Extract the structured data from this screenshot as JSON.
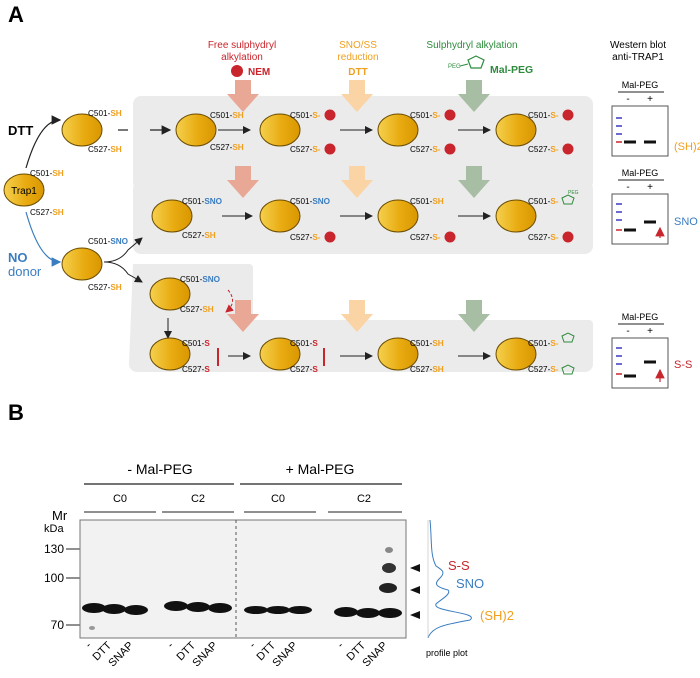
{
  "panel_a": {
    "label": "A",
    "stages": [
      {
        "title": "Free sulphydryl alkylation",
        "line1": "Free sulphydryl",
        "line2": "alkylation",
        "reagent": "NEM",
        "color": "#c9252c"
      },
      {
        "title": "SNO/SS reduction",
        "line1": "SNO/SS",
        "line2": "reduction",
        "reagent": "DTT",
        "color": "#f0a020"
      },
      {
        "title": "Sulphydryl alkylation",
        "line1": "Sulphydryl alkylation",
        "line2": "",
        "reagent": "Mal-PEG",
        "color": "#2e8b3d"
      }
    ],
    "start_protein": "Trap1",
    "treatments": {
      "dtt": "DTT",
      "no_line1": "NO",
      "no_line2": "donor"
    },
    "sites": {
      "c501_sh": "C501-SH",
      "c527_sh": "C527-SH",
      "c501_sno": "C501-SNO",
      "c527_sh_b": "C527-SH",
      "c501_sno_b": "C501-SNO",
      "c527_sh_c": "C527-SH",
      "c501_s": "C501-S",
      "c527_s": "C527-S",
      "c501": "C501-",
      "c527": "C527-",
      "sh": "SH",
      "sno": "SNO",
      "s": "S",
      "c501p": "C501",
      "c527p": "C527"
    },
    "peg_label": "PEG",
    "western": {
      "title_line1": "Western blot",
      "title_line2": "anti-TRAP1",
      "blots": [
        {
          "header": "Mal-PEG",
          "minus": "-",
          "plus": "+",
          "label": "(SH)2"
        },
        {
          "header": "Mal-PEG",
          "minus": "-",
          "plus": "+",
          "label": "SNO"
        },
        {
          "header": "Mal-PEG",
          "minus": "-",
          "plus": "+",
          "label": "S-S"
        }
      ]
    }
  },
  "panel_b": {
    "label": "B",
    "groups": [
      {
        "name": "- Mal-PEG",
        "subs": [
          "C0",
          "C2"
        ]
      },
      {
        "name": "+ Mal-PEG",
        "subs": [
          "C0",
          "C2"
        ]
      }
    ],
    "axis": {
      "mr": "Mr",
      "unit": "kDa",
      "ticks": [
        "130",
        "100",
        "70"
      ]
    },
    "lanes": [
      "-",
      "DTT",
      "SNAP",
      "-",
      "DTT",
      "SNAP",
      "-",
      "DTT",
      "SNAP",
      "-",
      "DTT",
      "SNAP"
    ],
    "band_labels": {
      "ss": "S-S",
      "sno": "SNO",
      "sh2": "(SH)2"
    },
    "profile_label": "profile plot"
  },
  "colors": {
    "protein": "#eab40e",
    "sh": "#f0a020",
    "sno": "#3a7dc0",
    "ss": "#c9252c",
    "peg": "#2e8b3d",
    "bg_box": "#ebebeb"
  }
}
